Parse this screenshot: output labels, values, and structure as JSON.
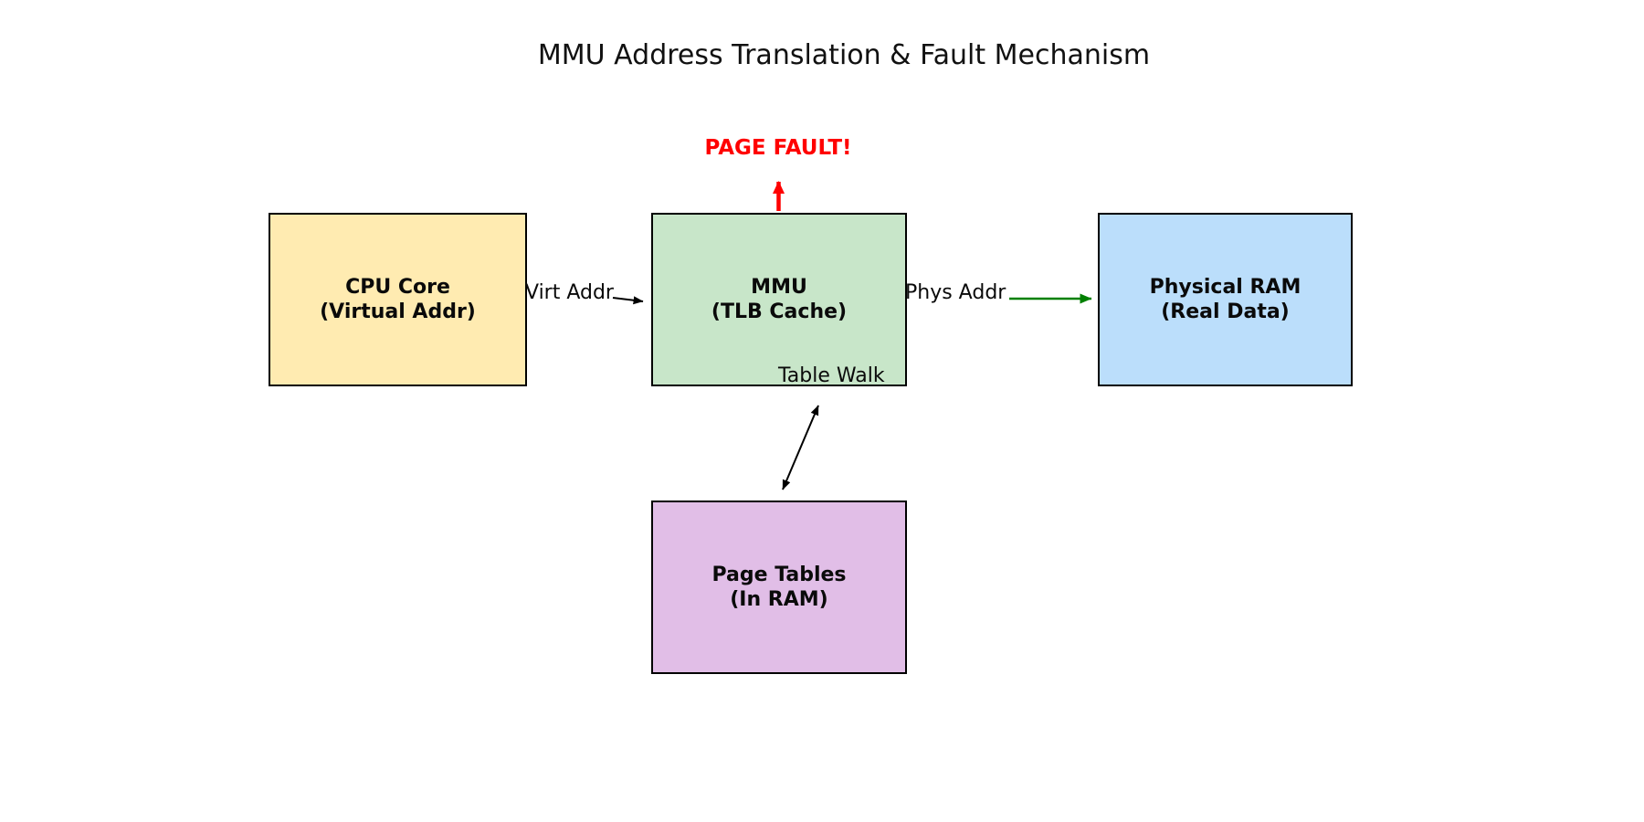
{
  "title": "MMU Address Translation & Fault Mechanism",
  "nodes": {
    "cpu": {
      "line1": "CPU Core",
      "line2": "(Virtual Addr)",
      "fill": "#FFEBB1"
    },
    "mmu": {
      "line1": "MMU",
      "line2": "(TLB Cache)",
      "fill": "#C8E6C9"
    },
    "ram": {
      "line1": "Physical RAM",
      "line2": "(Real Data)",
      "fill": "#BBDEFB"
    },
    "page_tables": {
      "line1": "Page Tables",
      "line2": "(In RAM)",
      "fill": "#E1BEE7"
    }
  },
  "edges": {
    "virt_addr": {
      "label": "Virt Addr",
      "color": "#000000"
    },
    "phys_addr": {
      "label": "Phys Addr",
      "color": "#008000"
    },
    "table_walk": {
      "label": "Table Walk",
      "color": "#000000"
    },
    "page_fault": {
      "label": "PAGE FAULT!",
      "color": "#FF0000"
    }
  }
}
